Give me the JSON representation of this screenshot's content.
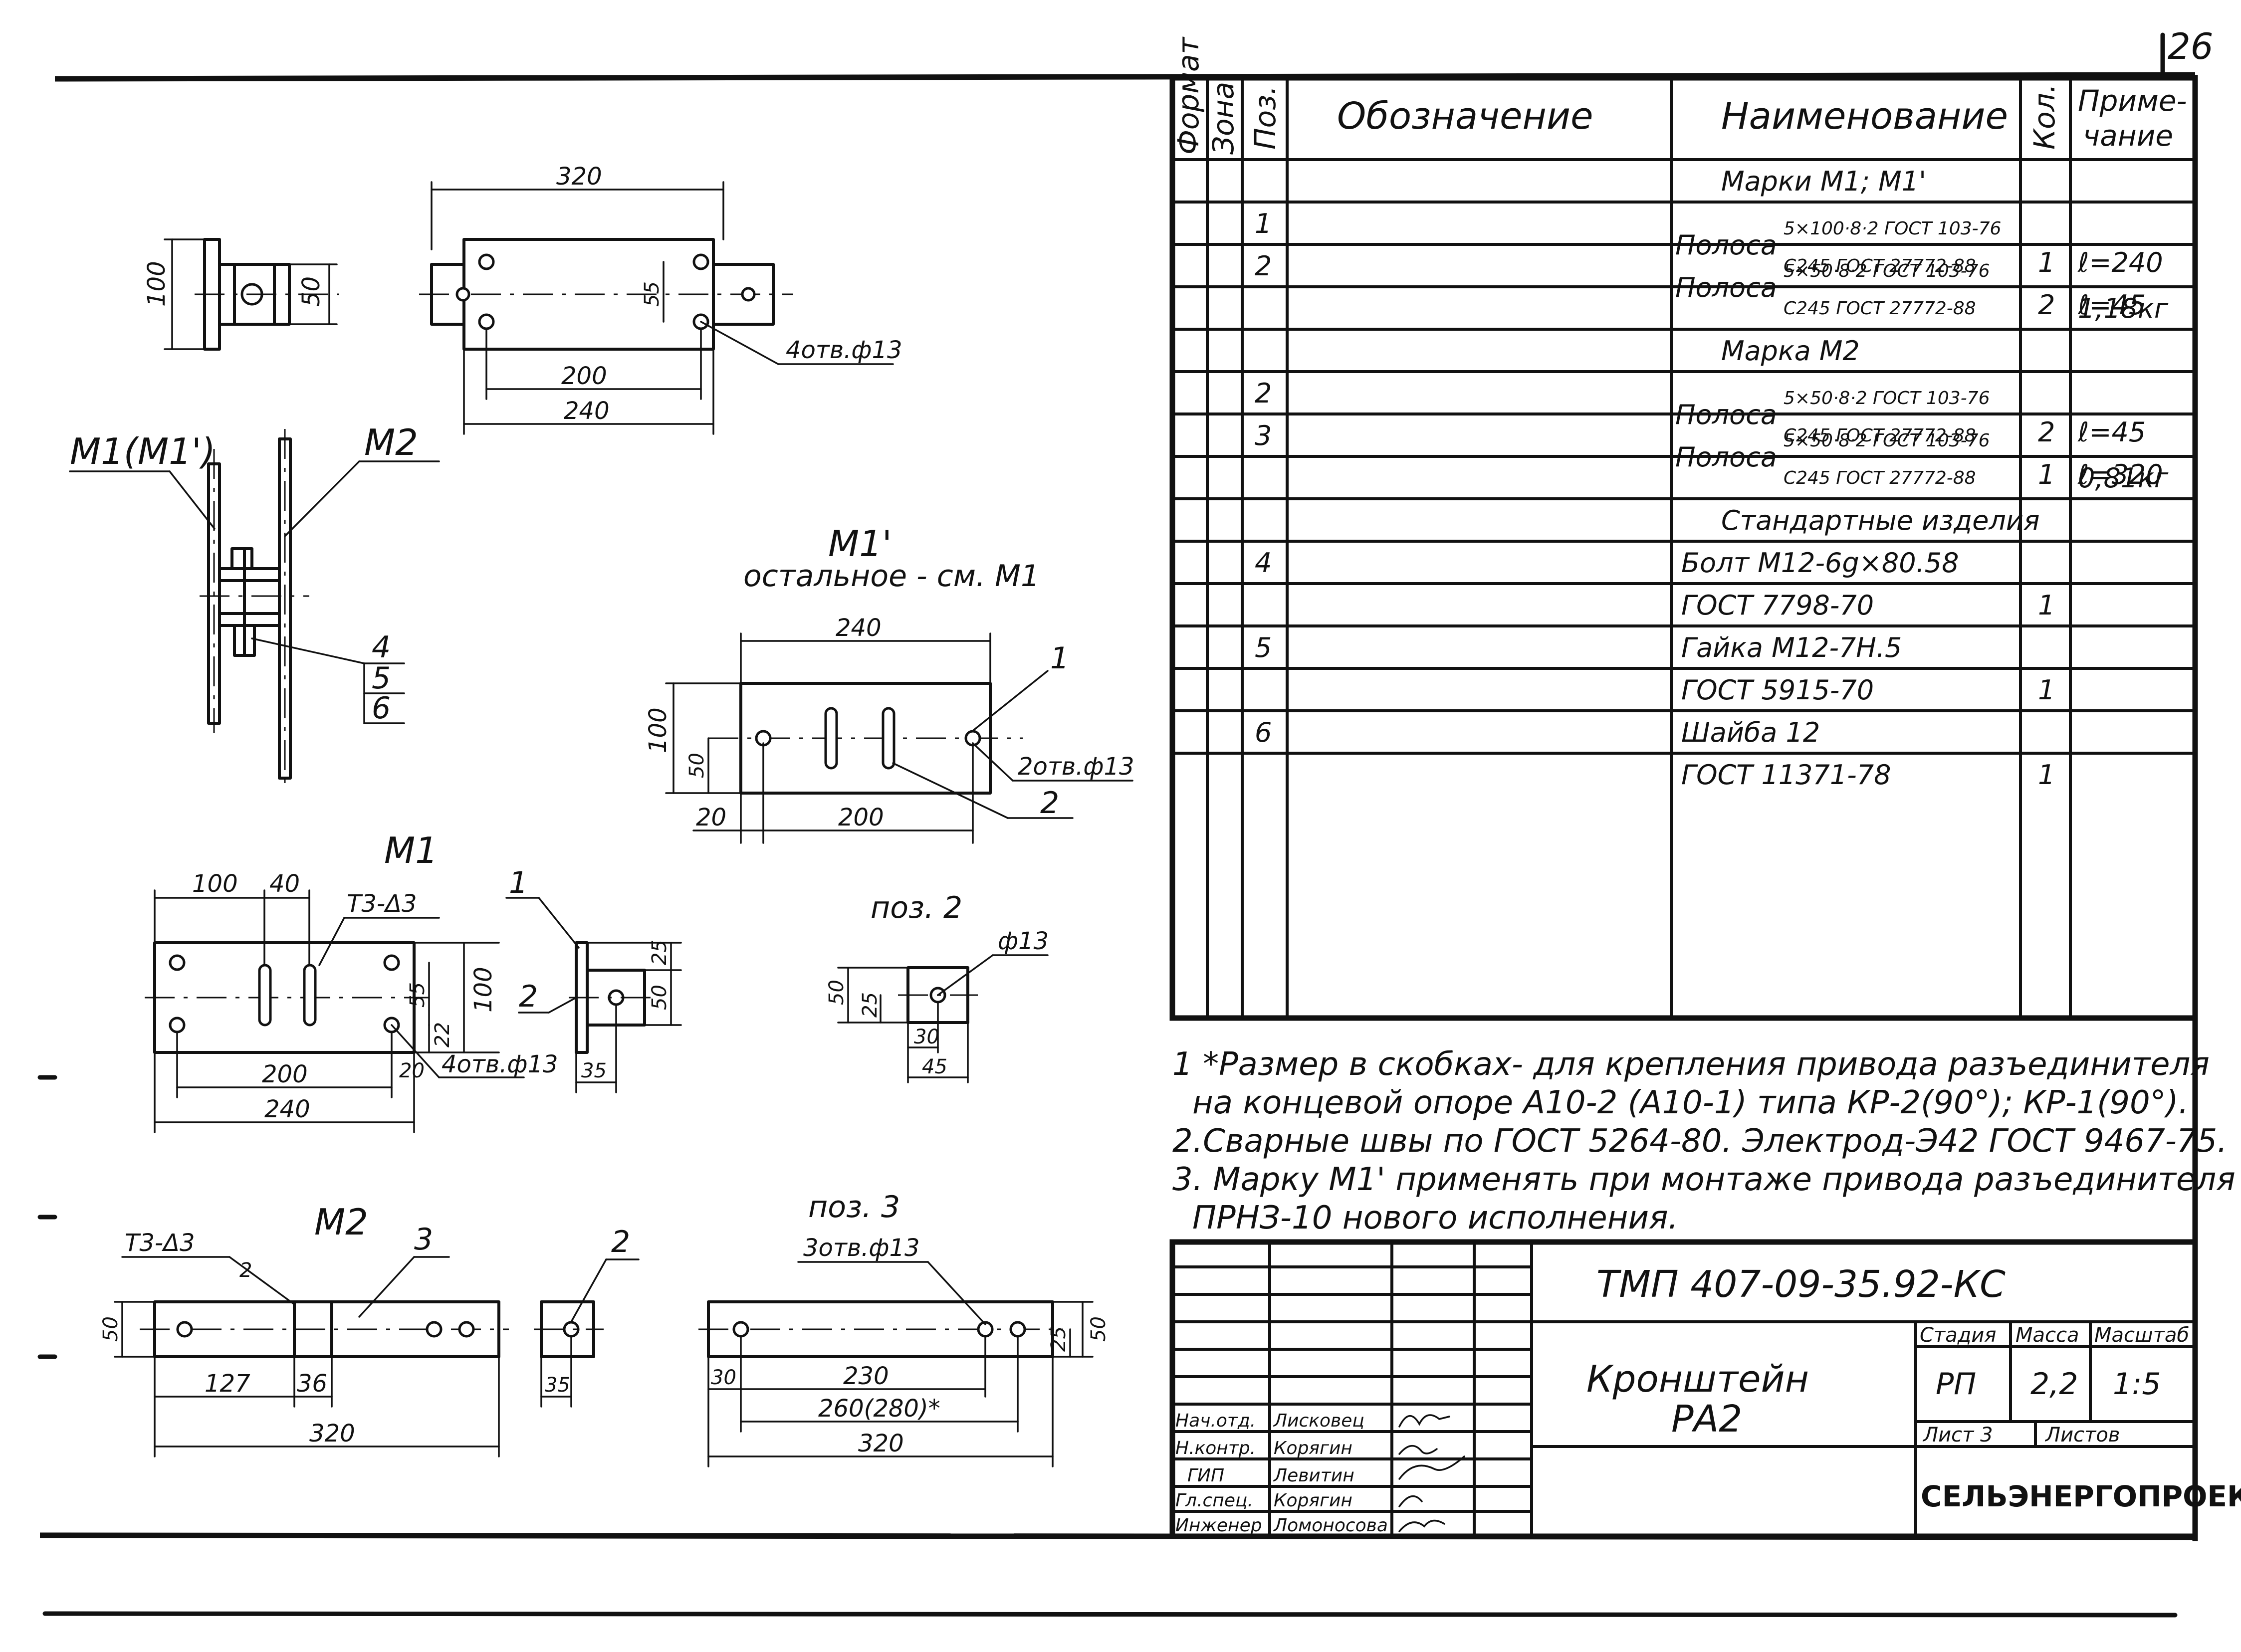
{
  "sheet_number": "26",
  "table": {
    "headers": {
      "format": "Формат",
      "zone": "Зона",
      "pos": "Поз.",
      "designation": "Обозначение",
      "name": "Наименование",
      "qty": "Кол.",
      "note_line1": "Приме-",
      "note_line2": "чание"
    },
    "rows": [
      {
        "pos": "",
        "name": "Марки М1; М1'",
        "qty": "",
        "note": ""
      },
      {
        "pos": "1",
        "name_main": "Полоса",
        "name_top": "5×100·8·2 ГОСТ 103-76",
        "name_bottom": "С245 ГОСТ 27772-88",
        "qty": "1",
        "note": "ℓ=240"
      },
      {
        "pos": "2",
        "name_main": "Полоса",
        "name_top": "5×50·8·2 ГОСТ 103-76",
        "name_bottom": "С245 ГОСТ 27772-88",
        "qty": "2",
        "note": "ℓ=45"
      },
      {
        "pos": "",
        "name": "",
        "qty": "",
        "note": "1,18кг"
      },
      {
        "pos": "",
        "name": "Марка М2",
        "qty": "",
        "note": ""
      },
      {
        "pos": "2",
        "name_main": "Полоса",
        "name_top": "5×50·8·2 ГОСТ 103-76",
        "name_bottom": "С245 ГОСТ 27772-88",
        "qty": "2",
        "note": "ℓ=45"
      },
      {
        "pos": "3",
        "name_main": "Полоса",
        "name_top": "5×50·8·2 ГОСТ 103-76",
        "name_bottom": "С245 ГОСТ 27772-88",
        "qty": "1",
        "note": "ℓ=320"
      },
      {
        "pos": "",
        "name": "",
        "qty": "",
        "note": "0,81кг"
      },
      {
        "pos": "",
        "name": "Стандартные изделия",
        "qty": "",
        "note": ""
      },
      {
        "pos": "4",
        "name": "Болт М12-6g×80.58",
        "qty": "",
        "note": ""
      },
      {
        "pos": "",
        "name": "ГОСТ 7798-70",
        "qty": "1",
        "note": ""
      },
      {
        "pos": "5",
        "name": "Гайка М12-7Н.5",
        "qty": "",
        "note": ""
      },
      {
        "pos": "",
        "name": "ГОСТ 5915-70",
        "qty": "1",
        "note": ""
      },
      {
        "pos": "6",
        "name": "Шайба 12",
        "qty": "",
        "note": ""
      },
      {
        "pos": "",
        "name": "ГОСТ 11371-78",
        "qty": "1",
        "note": ""
      }
    ]
  },
  "notes": [
    "1 *Размер в скобках- для крепления привода разъединителя",
    "на концевой опоре А10-2 (А10-1) типа КР-2(90°); КР-1(90°).",
    "2.Сварные швы по ГОСТ 5264-80. Электрод-Э42 ГОСТ 9467-75.",
    "3. Марку М1' применять при монтаже привода разъединителя",
    "ПРНЗ-10 нового исполнения."
  ],
  "title_block": {
    "code": "ТМП 407-09-35.92-КС",
    "name_line1": "Кронштейн",
    "name_line2": "РА2",
    "stage_label": "Стадия",
    "mass_label": "Масса",
    "scale_label": "Масштаб",
    "stage": "РП",
    "mass": "2,2",
    "scale": "1:5",
    "sheet_label": "Лист 3",
    "sheets_label": "Листов",
    "org": "СЕЛЬЭНЕРГОПРОЕКТ",
    "people": [
      {
        "role": "Нач.отд.",
        "name": "Лисковец"
      },
      {
        "role": "Н.контр.",
        "name": "Корягин"
      },
      {
        "role": "ГИП",
        "name": "Левитин"
      },
      {
        "role": "Гл.спец.",
        "name": "Корягин"
      },
      {
        "role": "Инженер",
        "name": "Ломоносова"
      }
    ]
  },
  "drawings": {
    "top_plan": {
      "d_320": "320",
      "d_200": "200",
      "d_240": "240",
      "d_100": "100",
      "d_50": "50",
      "d_55": "55",
      "holes": "4отв.ф13"
    },
    "side_view": {
      "label_m1": "М1(М1')",
      "label_m2": "М2",
      "item_4": "4",
      "item_5": "5",
      "item_6": "6"
    },
    "m1prime": {
      "title": "М1'",
      "subtitle": "остальное - см. М1",
      "d_240": "240",
      "d_100": "100",
      "d_50": "50",
      "d_20": "20",
      "d_200": "200",
      "holes": "2отв.ф13",
      "lead_1": "1",
      "lead_2": "2"
    },
    "m1": {
      "title": "М1",
      "d_100": "100",
      "d_40": "40",
      "weld": "Т3-Δ3",
      "d_55": "55",
      "d_100v": "100",
      "d_22": "22",
      "d_20": "20",
      "d_200": "200",
      "d_240": "240",
      "holes": "4отв.ф13",
      "side_1": "1",
      "side_2": "2",
      "d_25": "25",
      "d_50": "50",
      "d_35": "35"
    },
    "pos2": {
      "title": "поз. 2",
      "hole": "ф13",
      "d_50": "50",
      "d_25": "25",
      "d_30": "30",
      "d_45": "45"
    },
    "m2": {
      "title": "М2",
      "weld": "Т3-Δ3",
      "lead_2": "2",
      "lead_3": "3",
      "d_50": "50",
      "d_127": "127",
      "d_36": "36",
      "d_320": "320",
      "side_2": "2",
      "d_35": "35"
    },
    "pos3": {
      "title": "поз. 3",
      "holes": "3отв.ф13",
      "d_30": "30",
      "d_230": "230",
      "d_260": "260(280)*",
      "d_320": "320",
      "d_25": "25",
      "d_50": "50"
    }
  }
}
